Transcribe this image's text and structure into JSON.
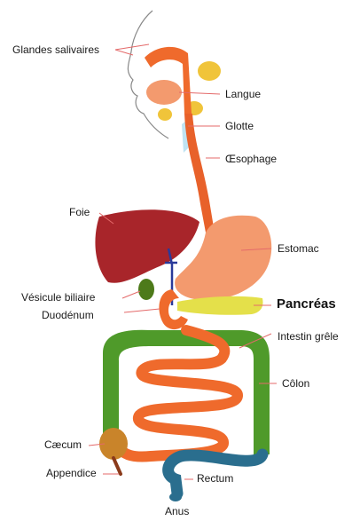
{
  "labels": {
    "glandes_salivaires": "Glandes salivaires",
    "langue": "Langue",
    "glotte": "Glotte",
    "oesophage": "Œsophage",
    "foie": "Foie",
    "estomac": "Estomac",
    "vesicule_biliaire": "Vésicule biliaire",
    "pancreas": "Pancréas",
    "duodenum": "Duodénum",
    "intestin_grele": "Intestin grêle",
    "colon": "Côlon",
    "caecum": "Cæcum",
    "appendice": "Appendice",
    "rectum": "Rectum",
    "anus": "Anus"
  },
  "colors": {
    "digestive_tract": "#ef6a2c",
    "esophagus": "#e8612a",
    "liver": "#a8252a",
    "stomach": "#f39a6e",
    "gallbladder": "#4d7a1a",
    "pancreas": "#e4e04a",
    "colon": "#4f9a2a",
    "rectum": "#2a6e8e",
    "salivary_glands": "#f0c43a",
    "glottis": "#bfe3f2",
    "bile_duct": "#2a3a9a",
    "leader_line": "#e46a6a"
  }
}
